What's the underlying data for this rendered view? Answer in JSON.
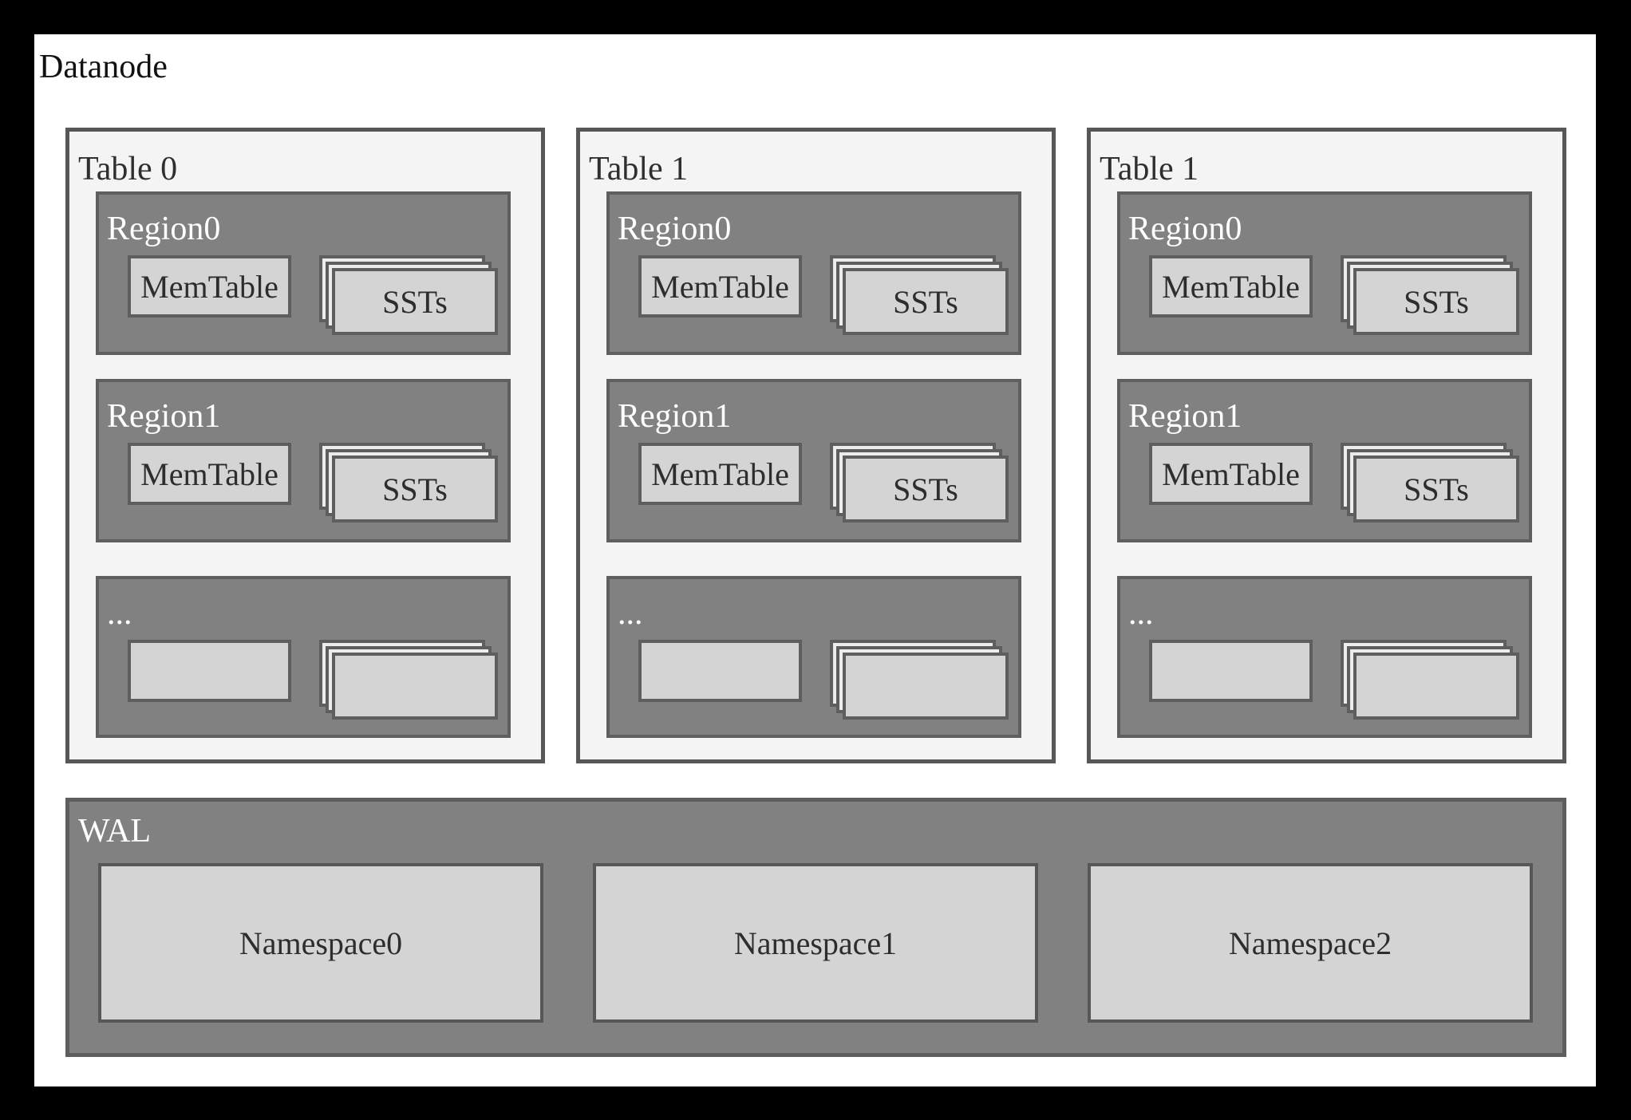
{
  "title": "Datanode",
  "tables": [
    {
      "label": "Table 0",
      "regions": [
        {
          "label": "Region0",
          "memtable": "MemTable",
          "ssts": "SSTs"
        },
        {
          "label": "Region1",
          "memtable": "MemTable",
          "ssts": "SSTs"
        },
        {
          "label": "...",
          "memtable": "",
          "ssts": ""
        }
      ]
    },
    {
      "label": "Table 1",
      "regions": [
        {
          "label": "Region0",
          "memtable": "MemTable",
          "ssts": "SSTs"
        },
        {
          "label": "Region1",
          "memtable": "MemTable",
          "ssts": "SSTs"
        },
        {
          "label": "...",
          "memtable": "",
          "ssts": ""
        }
      ]
    },
    {
      "label": "Table 1",
      "regions": [
        {
          "label": "Region0",
          "memtable": "MemTable",
          "ssts": "SSTs"
        },
        {
          "label": "Region1",
          "memtable": "MemTable",
          "ssts": "SSTs"
        },
        {
          "label": "...",
          "memtable": "",
          "ssts": ""
        }
      ]
    }
  ],
  "wal": {
    "label": "WAL",
    "namespaces": [
      "Namespace0",
      "Namespace1",
      "Namespace2"
    ]
  },
  "colors": {
    "frame": "#000000",
    "panel": "#ffffff",
    "table-fill": "#f4f4f4",
    "table-border": "#57575a",
    "region-fill": "#818181",
    "region-border": "#5f5f5f",
    "box-fill": "#d4d4d4",
    "box-border": "#5e5e5e",
    "sheet-back": "#ececec",
    "text-dark": "#2d2d2d",
    "text-light": "#ffffff"
  }
}
